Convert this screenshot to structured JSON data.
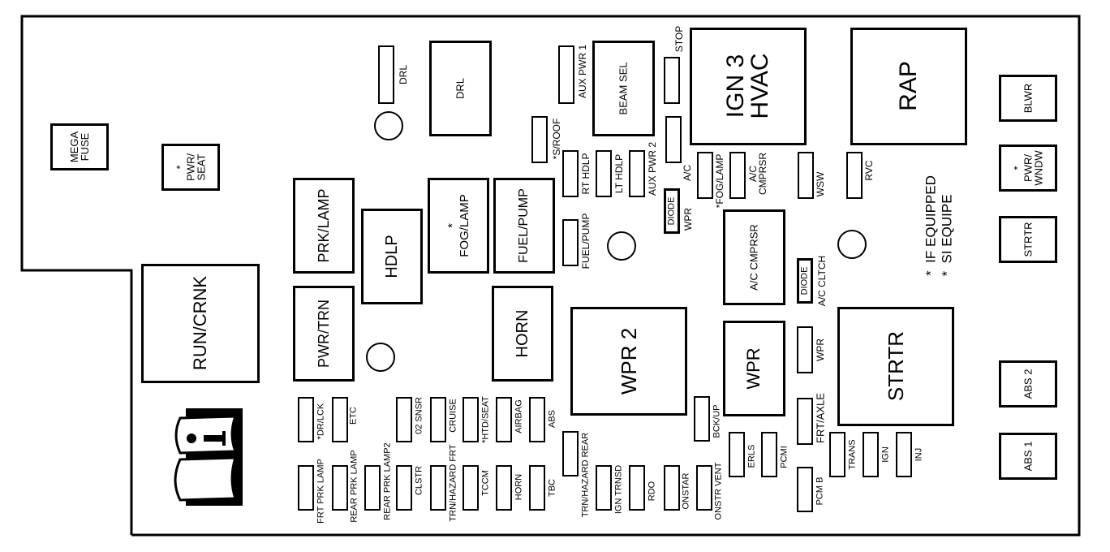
{
  "title": "Underhood Fuse Block",
  "legend": {
    "line1": "*  IF EQUIPPED",
    "line2": "*  SI EQUIPE"
  },
  "icons": {
    "manual": "owner-manual-book-icon"
  },
  "components": {
    "mega_fuse": "MEGA\nFUSE",
    "pwr_seat": "*\nPWR/\nSEAT",
    "drl_fuse": "DRL",
    "drl_relay": "DRL",
    "aux_pwr1": "AUX PWR 1",
    "beam_sel": "BEAM SEL",
    "stop": "STOP",
    "ign3_hvac": "IGN 3\nHVAC",
    "rap": "RAP",
    "blwr": "BLWR",
    "pwr_wndw": "*\nPWR/\nWNDW",
    "strtr_small": "STRTR",
    "s_roof": "*S/ROOF",
    "rt_hdlp": "RT HDLP",
    "lt_hdlp": "LT HDLP",
    "aux_pwr2": "AUX PWR 2",
    "ac": "A/C",
    "diode_wpr": "DIODE",
    "wpr_diode_label": "WPR",
    "fog_lamp_fuse": "*FOG/LAMP",
    "ac_cmprsr_fuse": "A/C\nCMPRSR",
    "wsw": "WSW",
    "rvc": "RVC",
    "prk_lamp": "PRK/LAMP",
    "hdlp": "HDLP",
    "fog_lamp_relay": "*\nFOG/LAMP",
    "fuel_pump_relay": "FUEL/PUMP",
    "fuel_pump_fuse": "FUEL/PUMP",
    "ac_cmprsr_relay": "A/C CMPRSR",
    "diode_ac": "DIODE",
    "ac_cltch": "A/C CLTCH",
    "run_crnk": "RUN/CRNK",
    "pwr_trn": "PWR/TRN",
    "horn_relay": "HORN",
    "wpr2": "WPR 2",
    "wpr_relay": "WPR",
    "wpr_fuse": "WPR",
    "strtr_relay": "STRTR",
    "abs2": "ABS 2",
    "abs1": "ABS 1",
    "dr_lck": "*DR/LCK",
    "etc": "ETC",
    "o2_snsr": "02 SNSR",
    "cruise": "CRUISE",
    "htd_seat": "*HTD/SEAT",
    "airbag": "AIRBAG",
    "abs": "ABS",
    "frt_prk_lamp": "FRT PRK LAMP",
    "rear_prk_lamp": "REAR PRK LAMP",
    "rear_prk_lamp2": "REAR PRK LAMP2",
    "clstr": "CLSTR",
    "trn_hazard_frt": "TRN/HAZARD FRT",
    "tccm": "TCCM",
    "horn_fuse": "HORN",
    "tbc": "TBC",
    "trn_hazard_rear": "TRN/HAZARD REAR",
    "ign_trnsd": "IGN TRNSD",
    "rdo": "RDO",
    "onstar": "ONSTAR",
    "onstr_vent": "ONSTR VENT",
    "bck_up": "BCK/UP",
    "erls": "ERLS",
    "pcmi": "PCMI",
    "frt_axle": "FRT/AXLE",
    "pcm_b": "PCM B",
    "trans": "TRANS",
    "ign": "IGN",
    "inj": "INJ"
  }
}
